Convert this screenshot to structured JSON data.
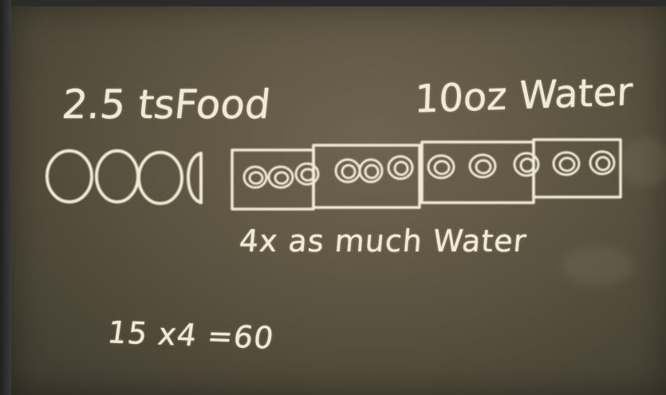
{
  "board": {
    "food_label": "2.5 tsFood",
    "water_label": "10oz Water",
    "caption": "4x as much Water",
    "equation": "15 x4 =60"
  },
  "icons": {
    "food_circle": "chalk-circle",
    "half_circle": "chalk-half-circle",
    "water_scribble": "chalk-scribble-circle"
  },
  "colors": {
    "chalk": "#f1ead4",
    "board": "#5c5442"
  }
}
